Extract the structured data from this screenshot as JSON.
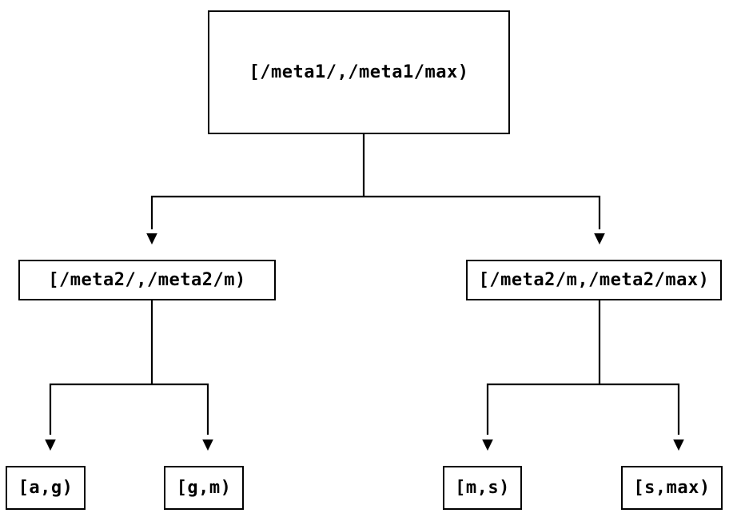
{
  "diagram": {
    "background": "#ffffff",
    "line_color": "#000000",
    "text_color": "#000000",
    "tree": {
      "label": "[/meta1/,/meta1/max)",
      "children": [
        {
          "label": "[/meta2/,/meta2/m)",
          "children": [
            {
              "label": "[a,g)"
            },
            {
              "label": "[g,m)"
            }
          ]
        },
        {
          "label": "[/meta2/m,/meta2/max)",
          "children": [
            {
              "label": "[m,s)"
            },
            {
              "label": "[s,max)"
            }
          ]
        }
      ]
    }
  }
}
